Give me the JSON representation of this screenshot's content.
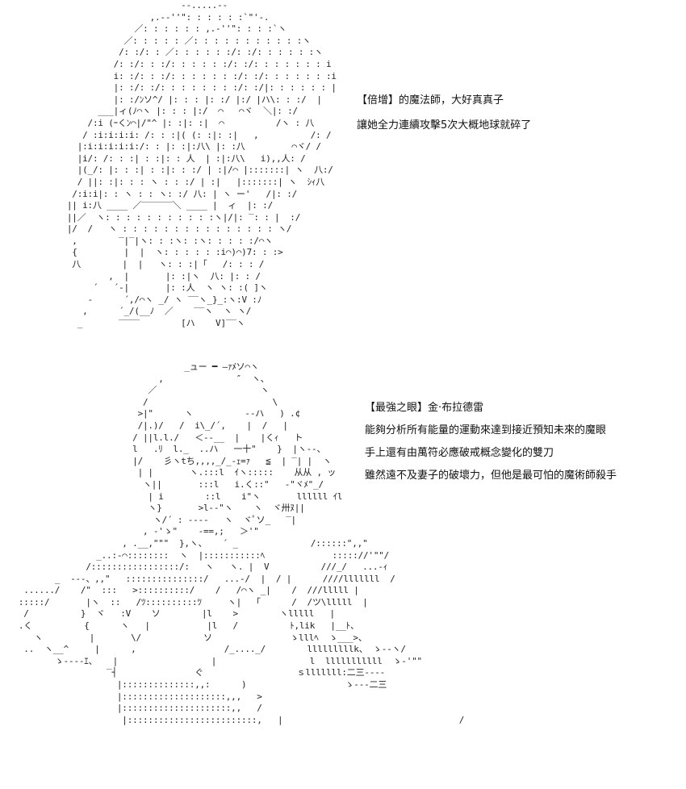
{
  "captions": {
    "top": {
      "line1": "【倍增】的魔法師，大好真真子",
      "line2": "讓她全力連續攻擊5次大概地球就碎了"
    },
    "bottom": {
      "line1": "【最強之眼】金·布拉德雷",
      "line2": "能夠分析所有能量的運動來達到接近預知未來的魔眼",
      "line3": "手上還有由萬符必應破戒概念變化的雙刀",
      "line4": "雖然遠不及妻子的破壞力，但他是最可怕的魔術師殺手"
    }
  },
  "art": {
    "top": "                        --.....--\n                  ,.-‐''\": : : : : :`\"'-.\n               ／: : : : : : ,.-''\": : : :`ヽ\n             ／: : : : : ／: : : : : : : : : : :ヽ\n            /: :/: : ／: : : : : :/: :/: : : : : :ヽ\n           /: :/: : :/: : : : : :/: :/: : : : : : : i\n           i: :/: : :/: : : : : : :/: :/: : : : : : :i\n           |: :/: :/: : : : : : : :/: :/|: : : : : : |\n           |: :/ﾝソ^/ |: : : |: :/ |:/ |ハ\\: : :/  |\n        ___|ィ(ﾉ⌒ヽ |: : : |:/  ⌒   ⌒ヾ  ＼|: :/\n      /:i (ｰくﾝ⌒|/\"^ |: :|: :|  ⌒          /ヽ : 八\n     / :i:i:i:i: /: : :|( (: :|: :|   ,          /: /\n    |:i:i:i:i:i:/: : |: :|:八\\ |: :八         ⌒ヾ/ /\n    |i/: /: : :| : :|: : 人  | :|:八\\   i),,人: /\n    |(_/: |: : :| : :|: : :/ | :|/⌒ |:::::::| ヽ  八:/\n    / ||: :|: : : ヽ : : :/ | :|   |:::::::| ヽ  ｼｨ八\n   /:i:i|: : ヽ : : ヽ: :/ 八: | ヽ ー'   /|: :/\n  || i:八 ____ ／‾‾‾‾‾‾＼ ____ |  ィ  |: :/\n  ||／  ヽ: : : : : : : : : : :ヽ|/|: ‾: : |  :/\n  |/  /   ヽ : : : : : : : : : : : : : : : ヽ/\n   ,        ‾|‾|ヽ: : :ヽ: :ヽ: : : : :/⌒ヽ\n   {         |  |  ヽ: : : : : :i⌒)⌒)7: : :>\n   八        |  |   ヽ: : :|「   /: : : /\n          ,  |       |: :|ヽ  八: |: : /\n       ´   ´-|       |: :人  ヽ ヽ: :( ]ヽ\n      ‐      ´,/⌒ヽ _/ ヽ ‾‾ヽ_}_:ヽ:V :ﾉ\n     ,      ´_/(__ﾉ  ／    ‾‾ヽ  ヽ ヽ/\n    _       ‾‾‾‾        [ハ    V]‾‾ヽ",
    "bottom": "                                  _ュー ━ ―ｧﾒソ⌒ヽ\n                             ,              ″  ヽ、\n                           ／                    ヽ\n                          /                        \\\n                         >|\"      ヽ          --ハ   ) .¢\n                         /|.)/   /  i\\_/´,    |  /   |\n                        / ||l.l./   ＜--__  |    |くｨ   ト\n                        l   .ﾘ  l._  ..ハ   一十\"    }  |ヽ--、\n                        |/    彡ヽtち,,,,_/_-ｪ=ｧ   ≦  | ‾| |  ヽ\n                         | |       ヽ.:::l  ｲヽ:::::    从从 , ッ\n                          ヽ||       :::l   i.く::\"   -\"ヾﾒ\"_/\n                           | i        ::l    i\"ヽ       llllll ｲl\n                           ヽ}       >l--\"ヽ    ヽ  ヾ卅ﾇ||\n                            ヽ/´ : ----   ヽ  ヾﾟソ_   ‾|\n                          , -'ゝ\"    -==,;   ＞'\"\n                      , .__,\"\"\"  },ヽ、   ´ _              /::::::\",,\"\n                 _..:-⌒::::::::  ヽ  |:::::::::::ﾍ             ::::://'\"\"/\n               /:::::::::::::::::/:   ヽ   ヽ. |  V          ///_/   ...-ｨ\n         _  ---、,,\"   :::::::::::::::/   ...-/  |  / |      ////lllllll  /\n   ....../    /\"  :::   >::::::::::/    /   /⌒ヽ _|    /  ///lllll |\n  :::::/       |ヽ  ::   /ﾂ::::::::::ﾂ     ヽ|  「      /  /ツ\\lllll  |\n   /          }  ヾ   :V    ソ        |l    >        ヽlllll   |\n  .く          {      ヽ   |           |l   /          ﾄ,lik   |__ﾄ、\n     ヽ         |       \\/            ソ               ゝlllﾍ  ゝ___>、\n   ..  ヽ__^     |      ,                 /_...._/        lllllllllk、 ゝ--ヽ/\n         ゝ----ｴ、   |                  |                  l  lllllllllll  ゝ-'\"\"\n                   ‾┤               ぐ                  ｓlllllll:二三----\n                     |::::::::::::::,,:      )                   ゝ---二三\n                     |::::::::::::::::::::,,,   >\n                     |:::::::::::::::::::::,,   /\n                      |:::::::::::::::::::::::::,   |                                  /"
  }
}
